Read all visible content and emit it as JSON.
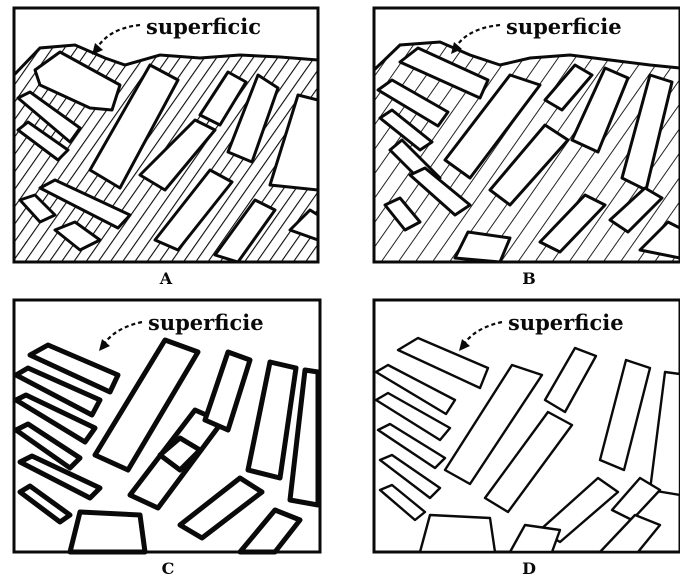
{
  "panels": [
    {
      "id": "A",
      "label": "A",
      "surface_label": "superficic",
      "style": "hatched-dense"
    },
    {
      "id": "B",
      "label": "B",
      "surface_label": "superficie",
      "style": "hatched-sparse"
    },
    {
      "id": "C",
      "label": "C",
      "surface_label": "superficie",
      "style": "thick-boundaries"
    },
    {
      "id": "D",
      "label": "D",
      "surface_label": "superficie",
      "style": "thin-boundaries"
    }
  ],
  "colors": {
    "ink": "#0a0a0a",
    "paper": "#ffffff"
  }
}
